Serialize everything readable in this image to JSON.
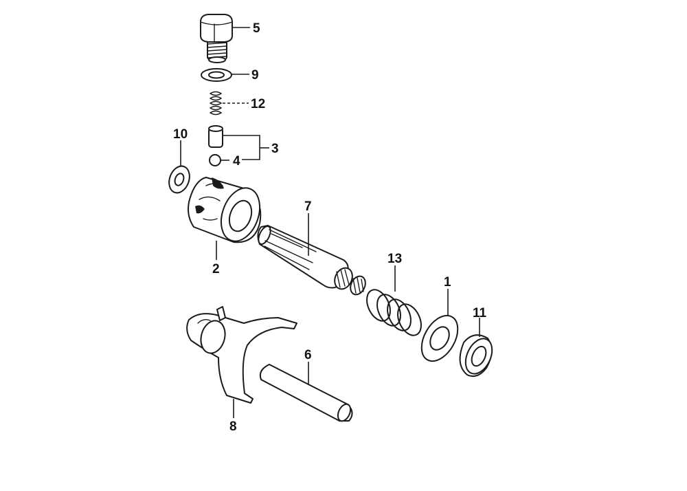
{
  "diagram": {
    "callouts": [
      {
        "id": "label-5",
        "text": "5"
      },
      {
        "id": "label-9",
        "text": "9"
      },
      {
        "id": "label-12",
        "text": "12"
      },
      {
        "id": "label-10",
        "text": "10"
      },
      {
        "id": "label-3",
        "text": "3"
      },
      {
        "id": "label-4",
        "text": "4"
      },
      {
        "id": "label-7",
        "text": "7"
      },
      {
        "id": "label-2",
        "text": "2"
      },
      {
        "id": "label-13",
        "text": "13"
      },
      {
        "id": "label-1",
        "text": "1"
      },
      {
        "id": "label-11",
        "text": "11"
      },
      {
        "id": "label-6",
        "text": "6"
      },
      {
        "id": "label-8",
        "text": "8"
      }
    ]
  }
}
